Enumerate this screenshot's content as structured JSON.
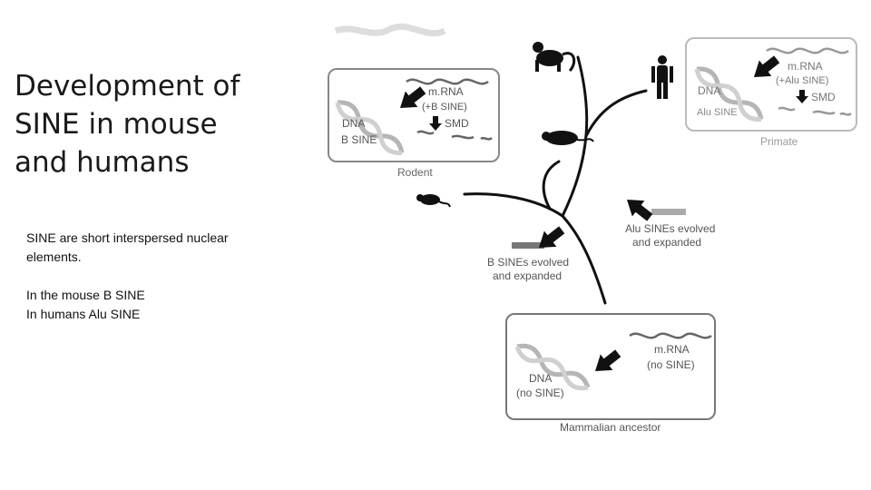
{
  "slide": {
    "title_lines": [
      "Development of",
      "SINE  in mouse",
      "and humans"
    ],
    "body": {
      "p1_line1": "SINE are short interspersed nuclear",
      "p1_line2": "elements.",
      "p2_line1": "In the mouse B SINE",
      "p2_line2": "In humans Alu SINE"
    }
  },
  "diagram": {
    "rodent": {
      "caption": "Rodent",
      "dna": "DNA",
      "sine": "B SINE",
      "mrna": "m.RNA",
      "mrna_note": "(+B SINE)",
      "smd": "SMD"
    },
    "primate": {
      "caption": "Primate",
      "dna": "DNA",
      "sine": "Alu SINE",
      "mrna": "m.RNA",
      "mrna_note": "(+Alu SINE)",
      "smd": "SMD"
    },
    "ancestor": {
      "caption": "Mammalian ancestor",
      "dna": "DNA",
      "dna_note": "(no SINE)",
      "mrna": "m.RNA",
      "mrna_note": "(no SINE)"
    },
    "b_sine_event": {
      "line1": "B SINEs evolved",
      "line2": "and expanded"
    },
    "alu_sine_event": {
      "line1": "Alu SINEs evolved",
      "line2": "and expanded"
    },
    "icons": [
      "monkey-icon",
      "human-icon",
      "rat-icon",
      "mouse-icon",
      "dna-helix-icon",
      "arrow-icon"
    ]
  }
}
